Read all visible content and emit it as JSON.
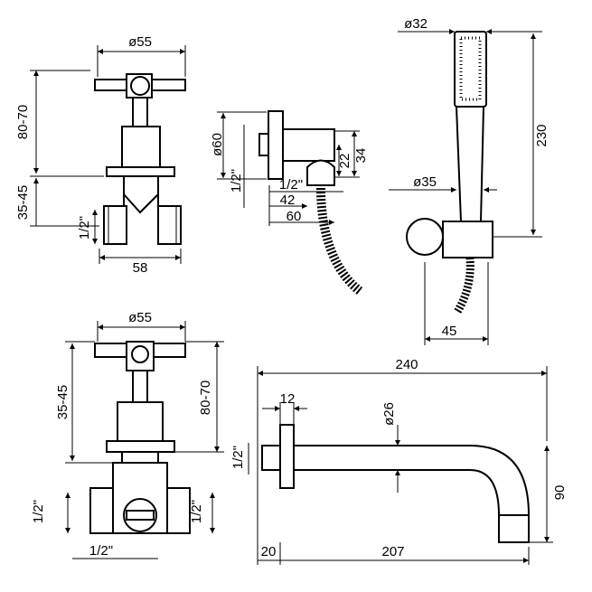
{
  "valve_top": {
    "diameter": "ø55",
    "height_handle": "80-70",
    "height_body": "35-45",
    "thread": "1/2\"",
    "width": "58"
  },
  "wall_outlet": {
    "diameter": "ø60",
    "thread_v": "1/2\"",
    "h22": "22",
    "h34": "34",
    "thread_h": "1/2\"",
    "d42": "42",
    "d60": "60"
  },
  "hand_shower": {
    "diameter_head": "ø32",
    "length": "230",
    "diameter_holder": "ø35",
    "holder_width": "45"
  },
  "valve_bottom": {
    "diameter": "ø55",
    "height_body": "35-45",
    "height_handle": "80-70",
    "thread_left": "1/2\"",
    "thread_right": "1/2\"",
    "thread_bottom": "1/2\""
  },
  "spout": {
    "length": "240",
    "plate": "12",
    "diameter": "ø26",
    "thread": "1/2\"",
    "height": "90",
    "offset": "20",
    "reach": "207"
  }
}
